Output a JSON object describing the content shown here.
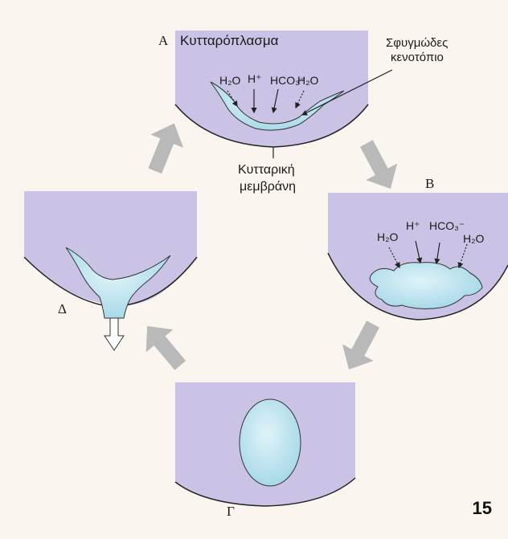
{
  "colors": {
    "background": "#faf6ef",
    "cytoplasm": "#cbc3e6",
    "vacuole": "#b3e0ec",
    "arrow": "#b9b9b9",
    "outline": "#222222"
  },
  "panels": {
    "A": {
      "letter": "Α",
      "cytoplasm_label": "Κυτταρόπλασμα",
      "vacuole_label_line1": "Σφυγμώδες",
      "vacuole_label_line2": "κενοτόπιο",
      "membrane_label_line1": "Κυτταρική",
      "membrane_label_line2": "μεμβράνη",
      "ions": {
        "h2o": "H₂O",
        "h": "H⁺",
        "hco3": "HCO₃⁻"
      }
    },
    "B": {
      "letter": "Β",
      "ions": {
        "h2o": "H₂O",
        "h": "H⁺",
        "hco3": "HCO₃⁻"
      }
    },
    "G": {
      "letter": "Γ"
    },
    "D": {
      "letter": "Δ"
    }
  },
  "page_number": "15",
  "icons": [
    "cycle-arrow-icon",
    "expel-arrow-icon",
    "pointer-arrow-icon"
  ]
}
